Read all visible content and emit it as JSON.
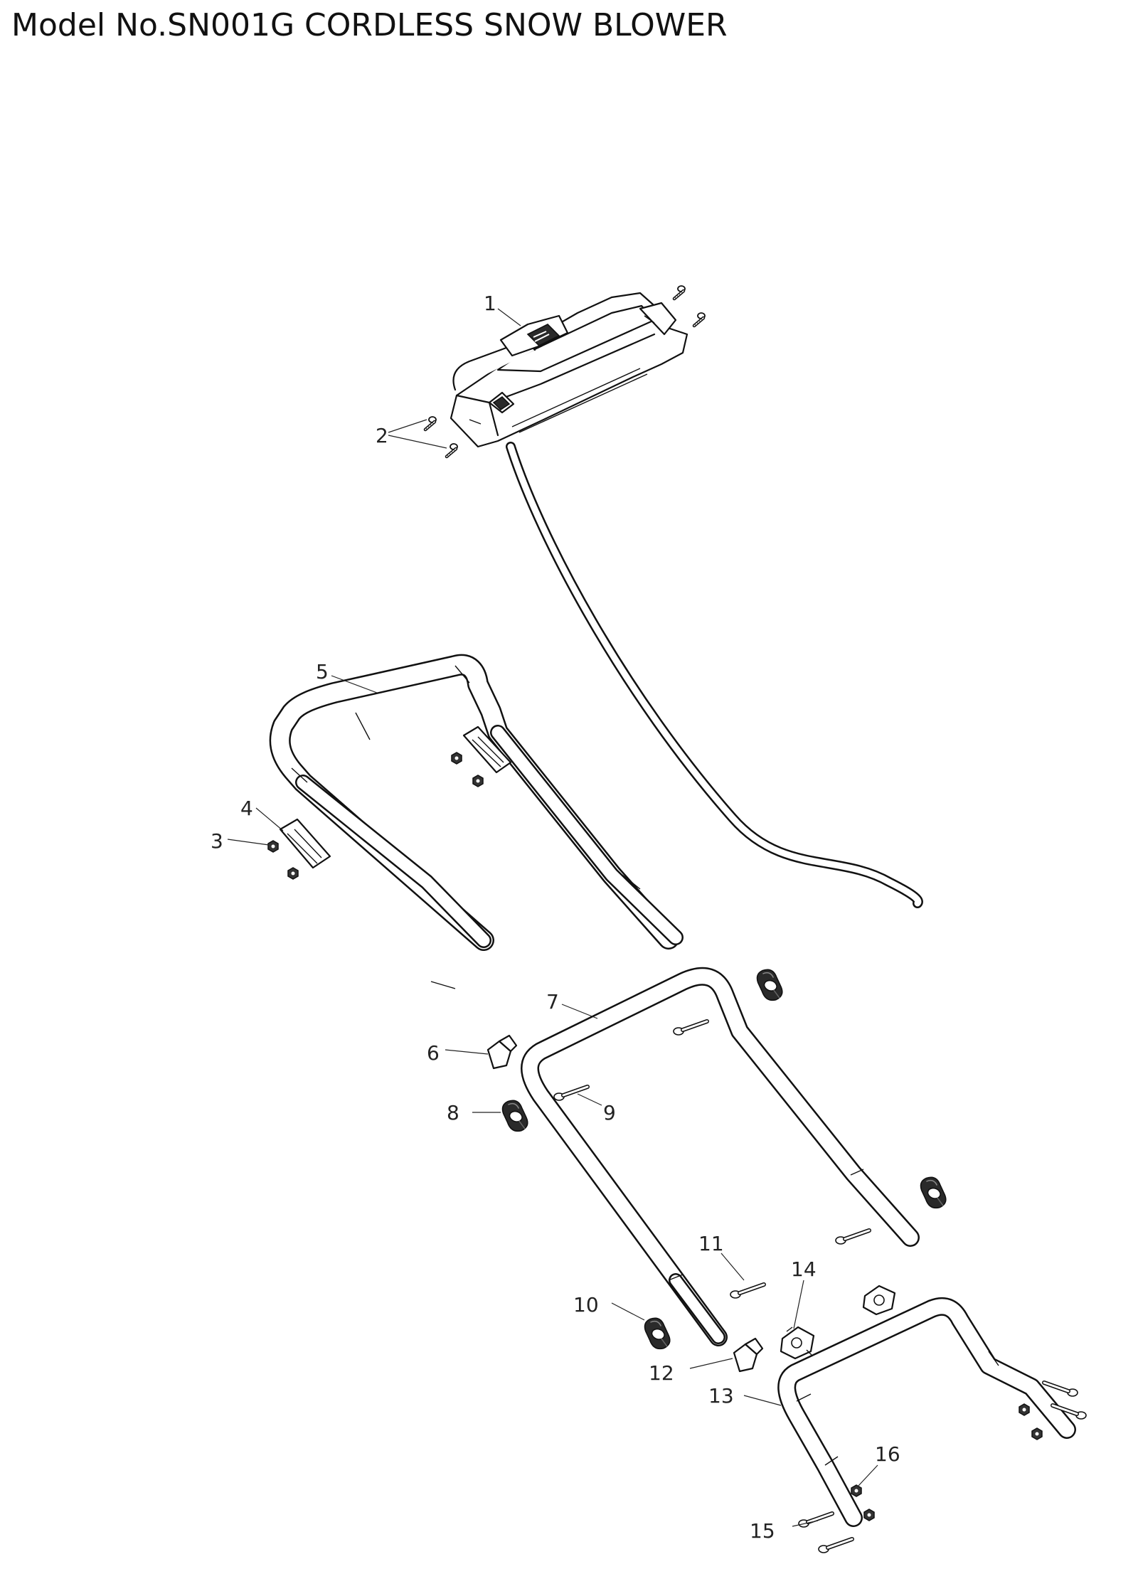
{
  "title": "Model No.SN001G CORDLESS SNOW BLOWER",
  "callouts": [
    "1",
    "2",
    "3",
    "4",
    "5",
    "6",
    "7",
    "8",
    "9",
    "10",
    "11",
    "12",
    "13",
    "14",
    "15",
    "16"
  ]
}
